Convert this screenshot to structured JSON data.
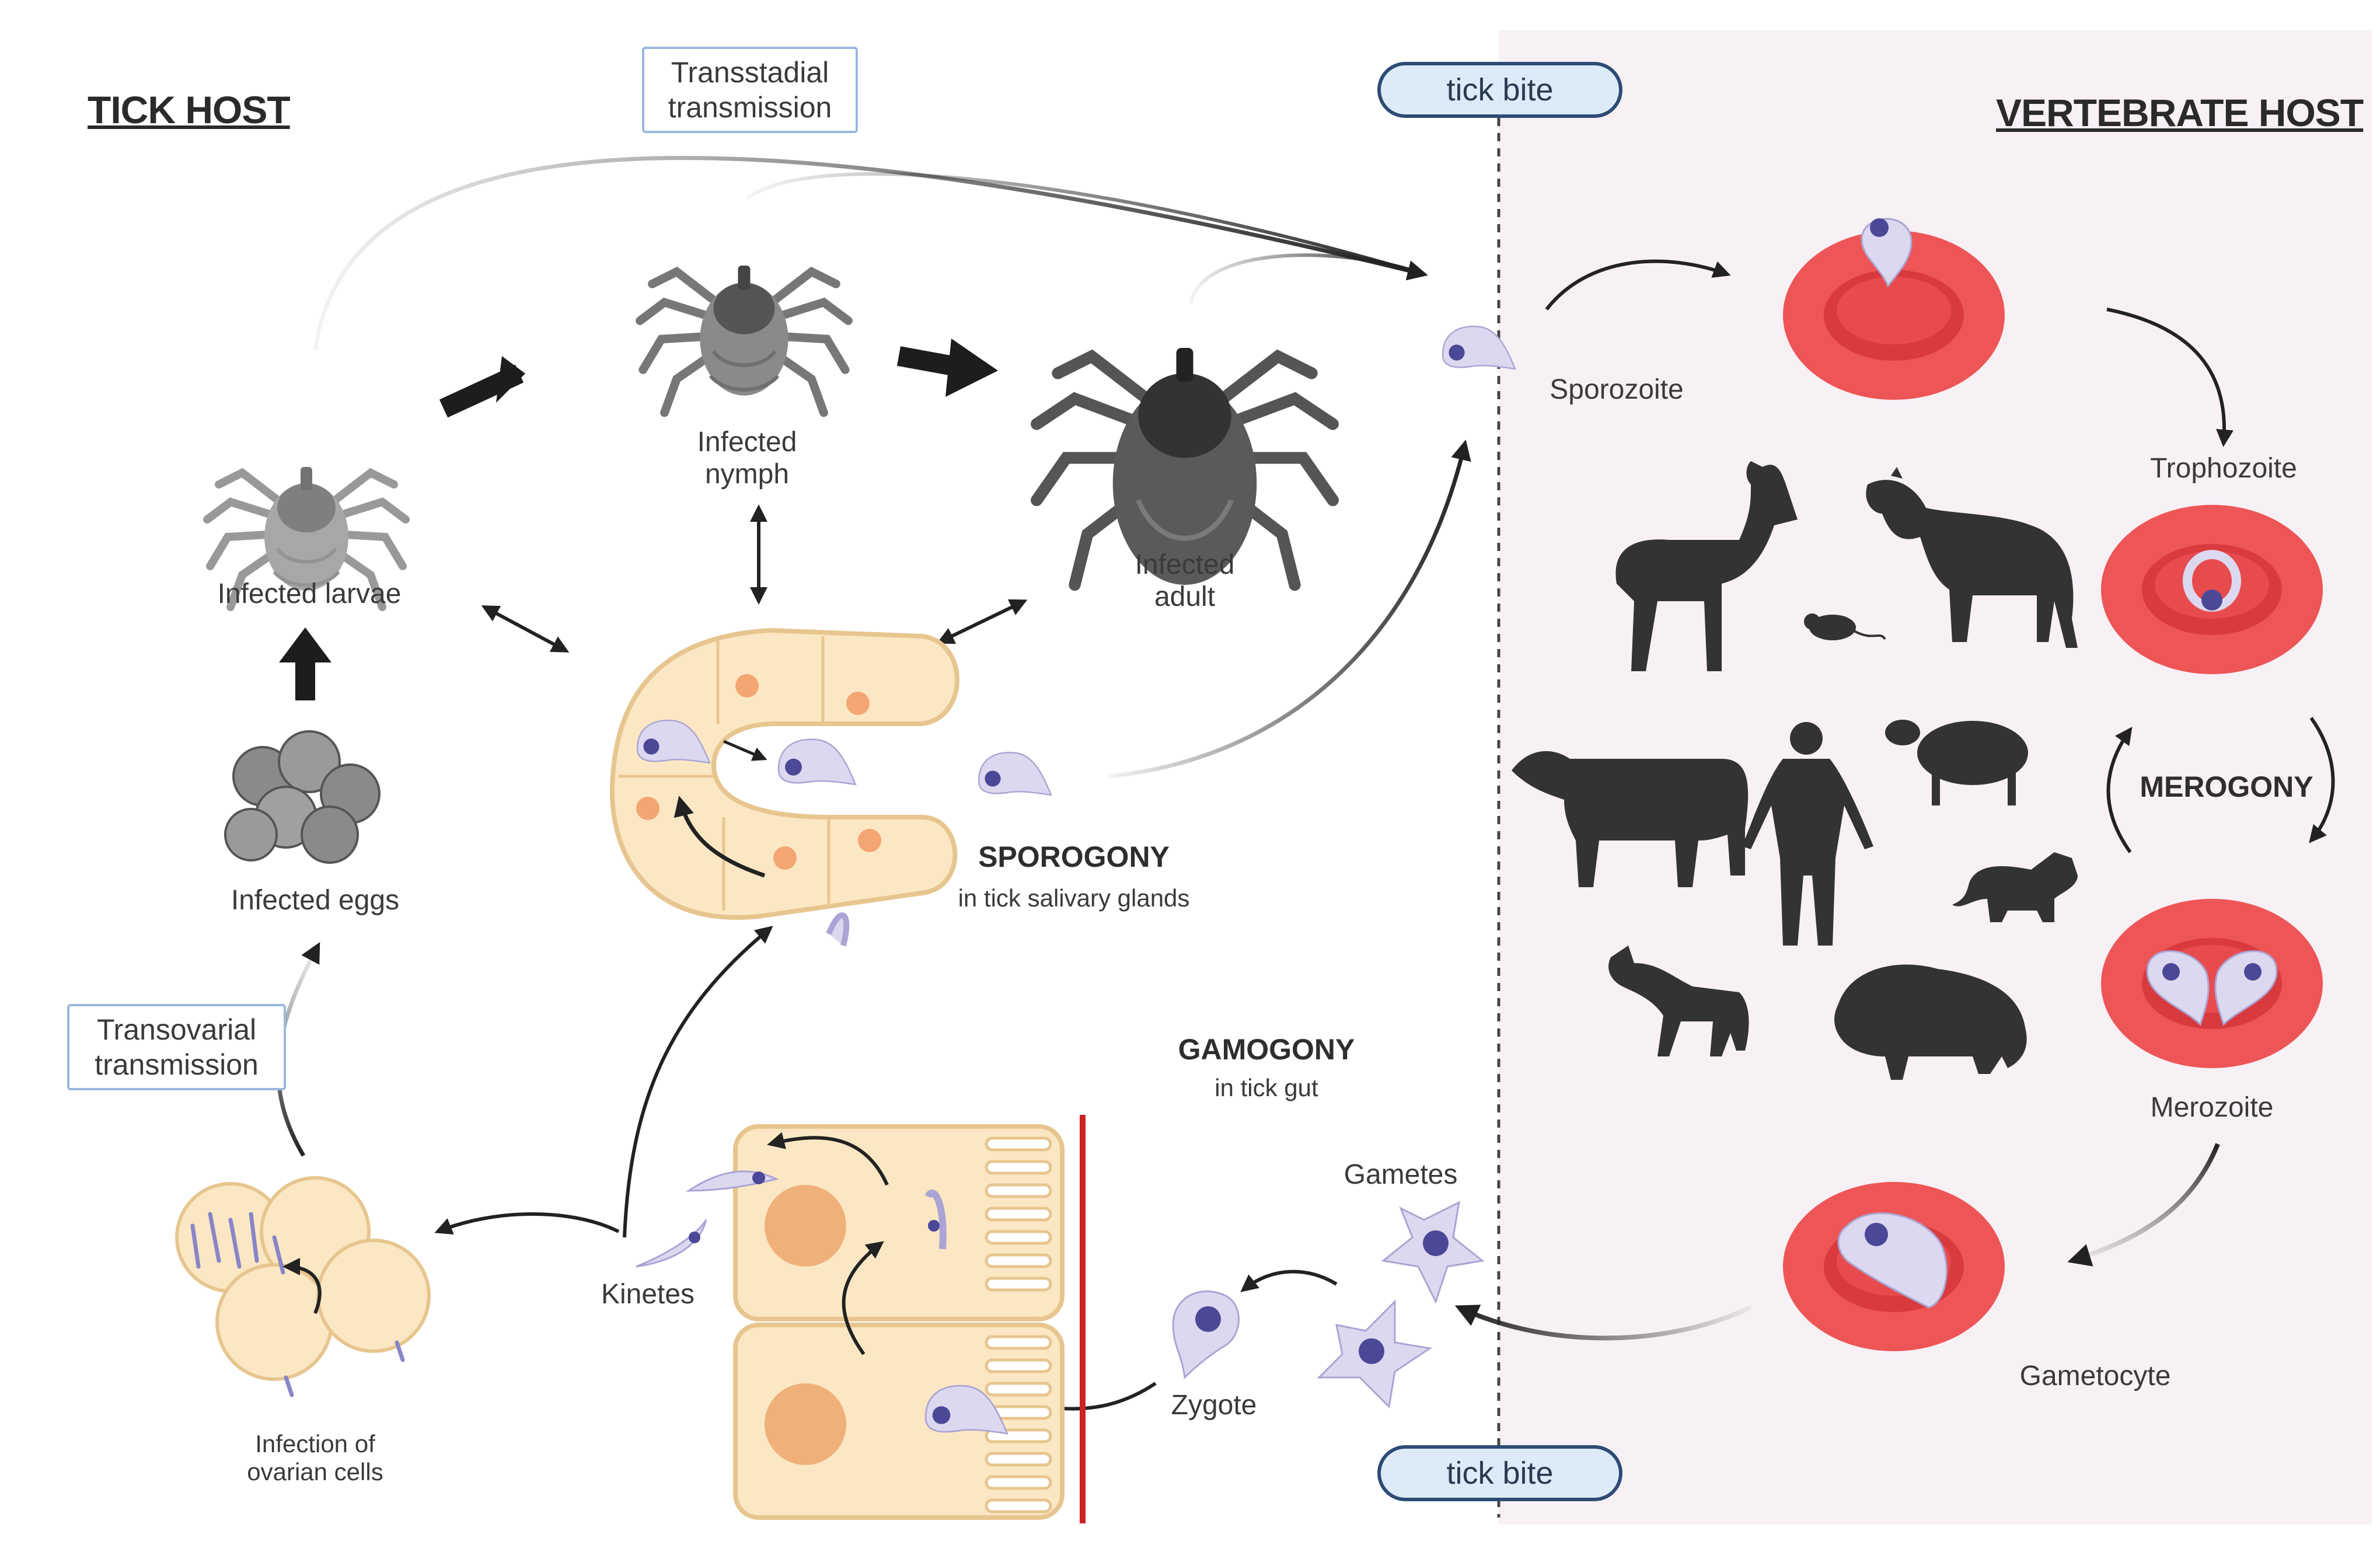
{
  "hosts": {
    "tick_host": "TICK HOST",
    "vertebrate_host": "VERTEBRATE HOST"
  },
  "transmission": {
    "transstadial": [
      "Transstadial",
      "transmission"
    ],
    "transovarial": [
      "Transovarial",
      "transmission"
    ],
    "tick_bite_top": "tick bite",
    "tick_bite_bottom": "tick bite"
  },
  "tick_stages": {
    "larvae": "Infected larvae",
    "nymph": [
      "Infected",
      "nymph"
    ],
    "adult": [
      "Infected",
      "adult"
    ],
    "eggs": "Infected eggs"
  },
  "processes": {
    "sporogony": "SPOROGONY",
    "sporogony_sub": "in tick salivary glands",
    "gamogony": "GAMOGONY",
    "gamogony_sub": "in tick gut",
    "merogony": "MEROGONY"
  },
  "parasite_stages": {
    "sporozoite": "Sporozoite",
    "trophozoite": "Trophozoite",
    "merozoite": "Merozoite",
    "gametocyte": "Gametocyte",
    "gametes": "Gametes",
    "zygote": "Zygote",
    "kinetes": "Kinetes",
    "ovarian": [
      "Infection of",
      "ovarian cells"
    ]
  },
  "colors": {
    "rbc": "#ef5455",
    "rbc_center": "#d63a3e",
    "parasite_fill": "#dad6ee",
    "parasite_nucleus": "#4e4a9e",
    "cell_fill": "#fbe3bc",
    "cell_border": "#e7c58f",
    "host_panel": "#f7f0f5",
    "silhouette": "#333333",
    "tick_grey": "#6a6a6a",
    "gut_border": "#cc2222",
    "pill_fill": "#dcebf7",
    "pill_border": "#2d4b74",
    "box_border": "#9ab8df"
  }
}
